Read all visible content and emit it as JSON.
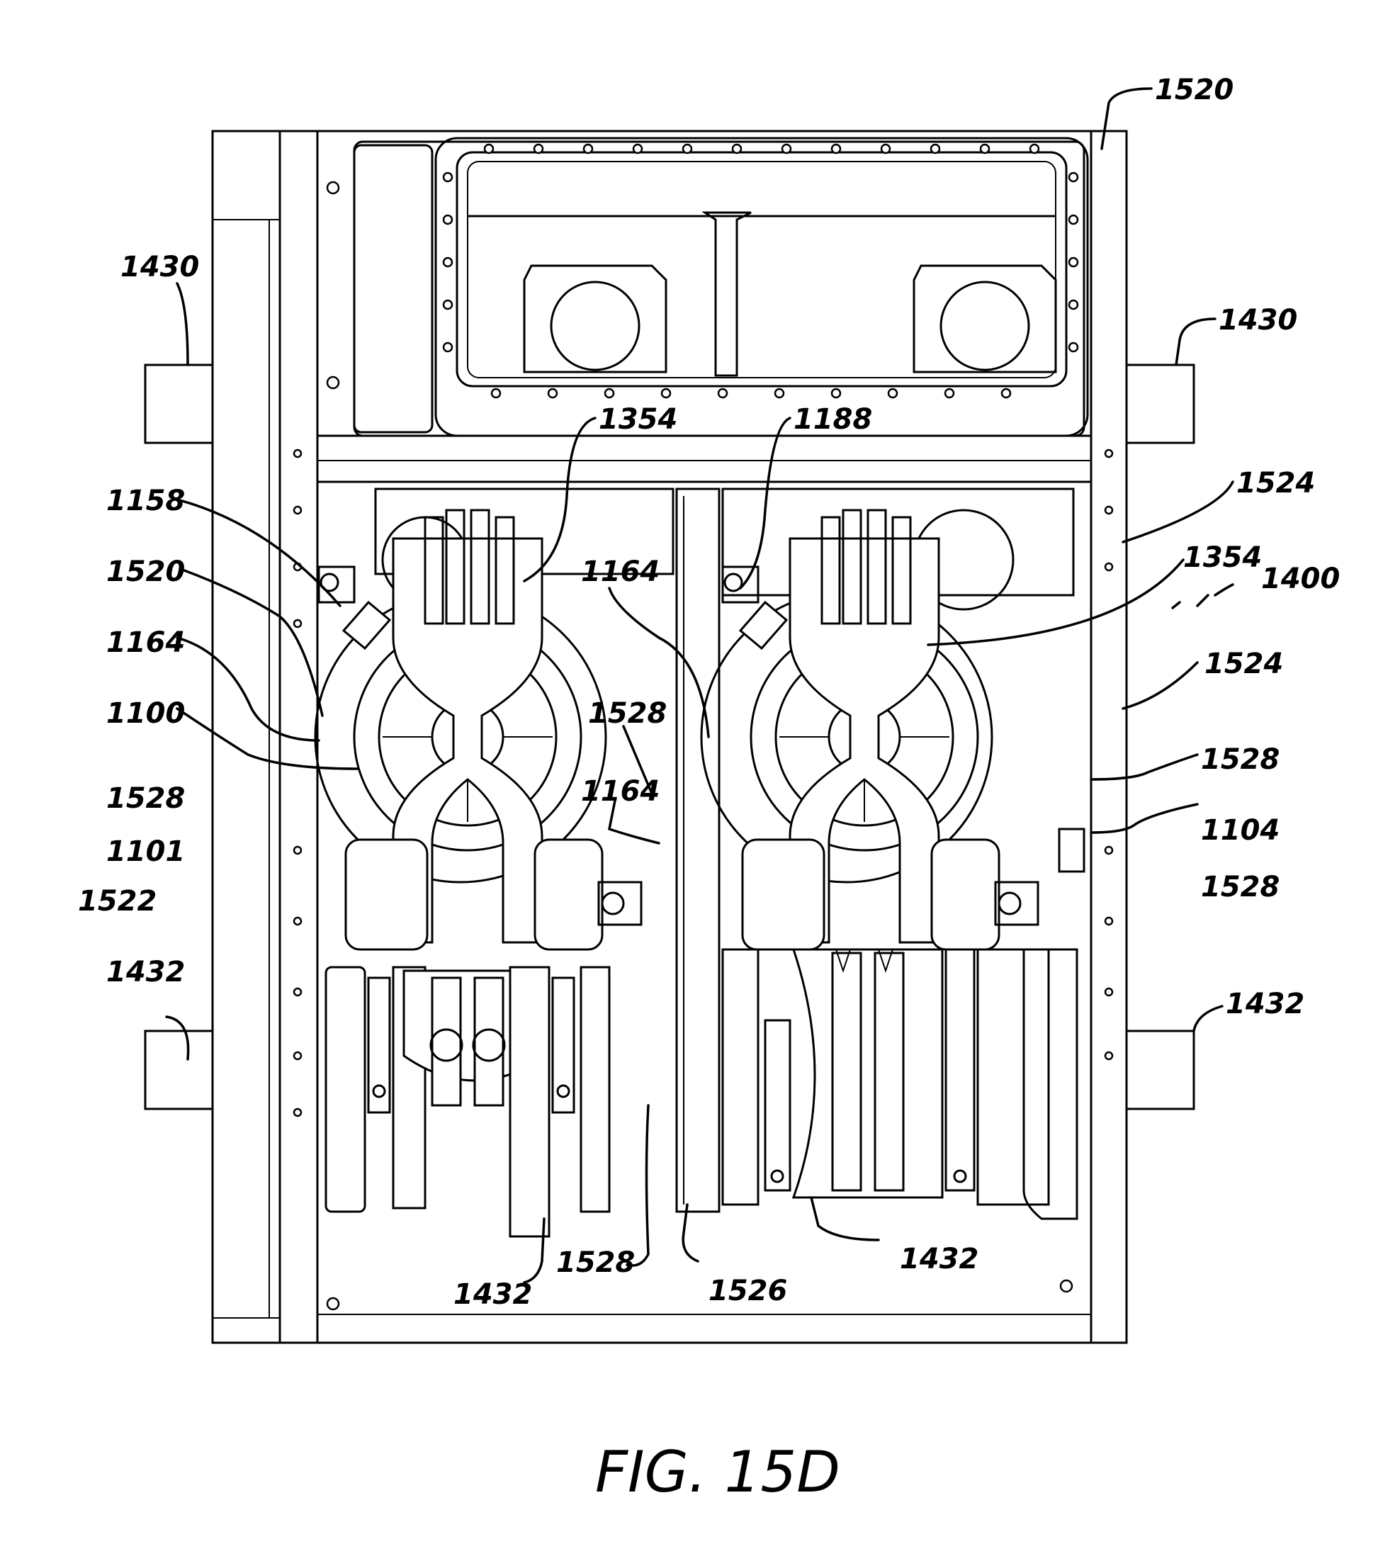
{
  "figure": {
    "caption": "FIG. 15D",
    "reference_numerals": [
      "1520",
      "1430",
      "1430",
      "1354",
      "1188",
      "1524",
      "1158",
      "1520",
      "1164",
      "1354",
      "1400",
      "1164",
      "1524",
      "1100",
      "1528",
      "1528",
      "1528",
      "1164",
      "1101",
      "1104",
      "1522",
      "1528",
      "1432",
      "1432",
      "1528",
      "1526",
      "1432",
      "1432"
    ]
  }
}
